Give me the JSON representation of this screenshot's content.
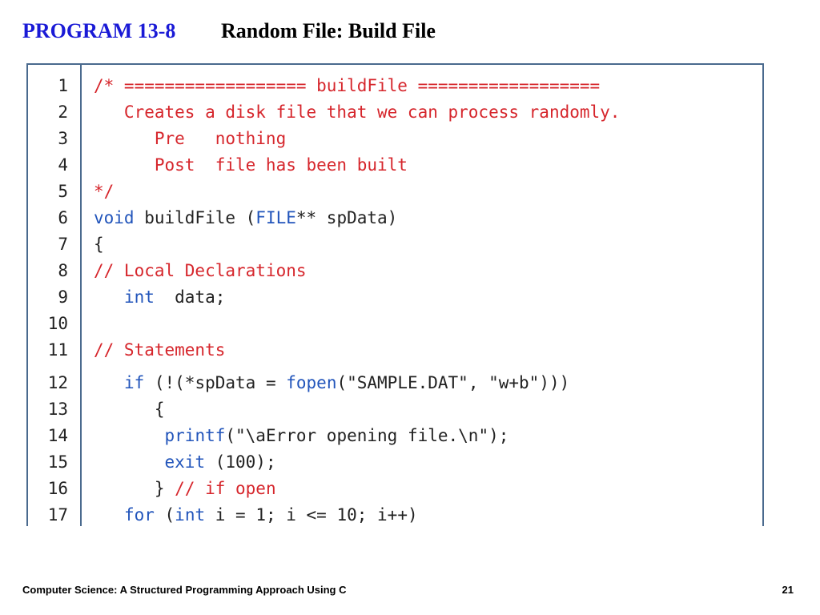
{
  "header": {
    "program_label": "PROGRAM 13-8",
    "program_title": "Random File: Build File"
  },
  "colors": {
    "label_blue": "#1a1ad6",
    "comment_red": "#d6262c",
    "keyword_blue": "#2255bb",
    "border": "#4a6a8e"
  },
  "code_lines": [
    {
      "num": "1",
      "indent": "",
      "tokens": [
        {
          "t": "/* ================== buildFile ==================",
          "c": "comment"
        }
      ]
    },
    {
      "num": "2",
      "indent": "",
      "tokens": [
        {
          "t": "   Creates a disk file that we can process randomly.",
          "c": "comment"
        }
      ]
    },
    {
      "num": "3",
      "indent": "",
      "tokens": [
        {
          "t": "      Pre   nothing",
          "c": "comment"
        }
      ]
    },
    {
      "num": "4",
      "indent": "",
      "tokens": [
        {
          "t": "      Post  file has been built",
          "c": "comment"
        }
      ]
    },
    {
      "num": "5",
      "indent": "",
      "tokens": [
        {
          "t": "*/",
          "c": "comment"
        }
      ]
    },
    {
      "num": "6",
      "indent": "",
      "tokens": [
        {
          "t": "void",
          "c": "kw"
        },
        {
          "t": " buildFile (",
          "c": "plain"
        },
        {
          "t": "FILE",
          "c": "kw"
        },
        {
          "t": "** spData)",
          "c": "plain"
        }
      ]
    },
    {
      "num": "7",
      "indent": "",
      "tokens": [
        {
          "t": "{",
          "c": "plain"
        }
      ]
    },
    {
      "num": "8",
      "indent": "",
      "tokens": [
        {
          "t": "// Local Declarations",
          "c": "comment"
        }
      ]
    },
    {
      "num": "9",
      "indent": "",
      "tokens": [
        {
          "t": "   ",
          "c": "plain"
        },
        {
          "t": "int",
          "c": "kw"
        },
        {
          "t": "  data;",
          "c": "plain"
        }
      ]
    },
    {
      "num": "10",
      "indent": "",
      "tokens": []
    },
    {
      "num": "11",
      "indent": "",
      "tokens": [
        {
          "t": "// Statements",
          "c": "comment"
        }
      ]
    },
    {
      "num": "12",
      "indent": "",
      "tokens": [
        {
          "t": "   ",
          "c": "plain"
        },
        {
          "t": "if",
          "c": "kw"
        },
        {
          "t": " (!(*spData = ",
          "c": "plain"
        },
        {
          "t": "fopen",
          "c": "kw"
        },
        {
          "t": "(\"SAMPLE.DAT\", \"w+b\")))",
          "c": "plain"
        }
      ]
    },
    {
      "num": "13",
      "indent": "",
      "tokens": [
        {
          "t": "      {",
          "c": "plain"
        }
      ]
    },
    {
      "num": "14",
      "indent": "",
      "tokens": [
        {
          "t": "       ",
          "c": "plain"
        },
        {
          "t": "printf",
          "c": "kw"
        },
        {
          "t": "(\"\\aError opening file.\\n\");",
          "c": "plain"
        }
      ]
    },
    {
      "num": "15",
      "indent": "",
      "tokens": [
        {
          "t": "       ",
          "c": "plain"
        },
        {
          "t": "exit",
          "c": "kw"
        },
        {
          "t": " (100);",
          "c": "plain"
        }
      ]
    },
    {
      "num": "16",
      "indent": "",
      "tokens": [
        {
          "t": "      } ",
          "c": "plain"
        },
        {
          "t": "// if open",
          "c": "comment"
        }
      ]
    },
    {
      "num": "17",
      "indent": "",
      "tokens": [
        {
          "t": "   ",
          "c": "plain"
        },
        {
          "t": "for",
          "c": "kw"
        },
        {
          "t": " (",
          "c": "plain"
        },
        {
          "t": "int",
          "c": "kw"
        },
        {
          "t": " i = 1; i <= 10; i++)",
          "c": "plain"
        }
      ]
    }
  ],
  "footer": {
    "course_title": "Computer Science: A Structured Programming Approach Using C",
    "page_number": "21"
  }
}
